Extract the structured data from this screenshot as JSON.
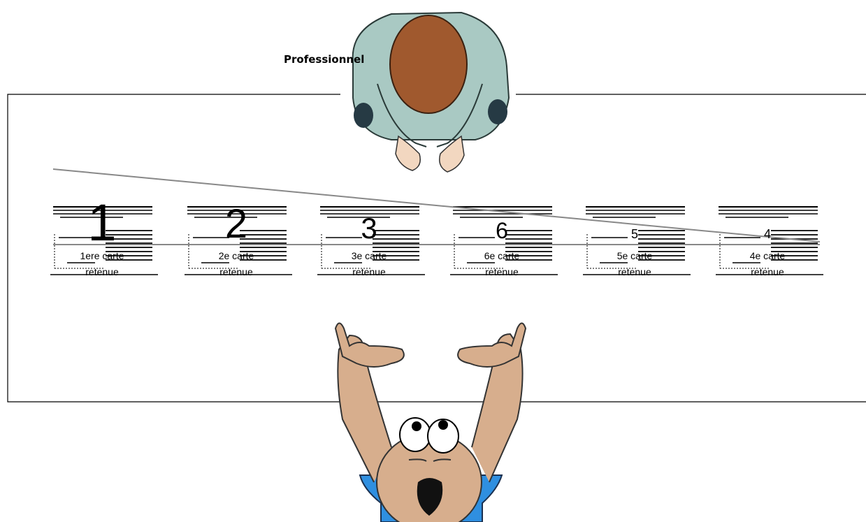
{
  "professional_label": "Professionnel",
  "cards": [
    {
      "number": "1",
      "caption_line1": "1ere carte",
      "caption_line2": "retenue"
    },
    {
      "number": "2",
      "caption_line1": "2e carte",
      "caption_line2": "retenue"
    },
    {
      "number": "3",
      "caption_line1": "3e carte",
      "caption_line2": "retenue"
    },
    {
      "number": "6",
      "caption_line1": "6e carte",
      "caption_line2": "retenue"
    },
    {
      "number": "5",
      "caption_line1": "5e carte",
      "caption_line2": "retenue"
    },
    {
      "number": "4",
      "caption_line1": "4e carte",
      "caption_line2": "retenue"
    }
  ],
  "icons": [
    "professional-person-icon",
    "client-person-icon"
  ]
}
